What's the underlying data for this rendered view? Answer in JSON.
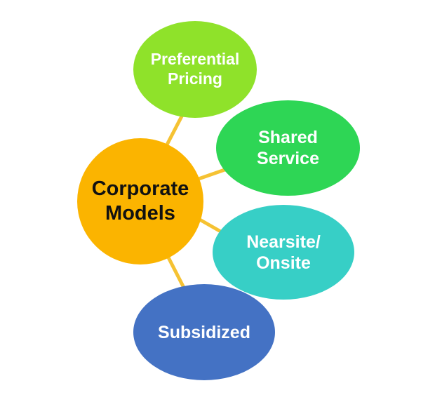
{
  "diagram": {
    "center": {
      "label": "Corporate\nModels",
      "color": "#FBB400"
    },
    "branches": [
      {
        "id": "pricing",
        "label": "Preferential\nPricing",
        "color": "#8FE22A"
      },
      {
        "id": "shared",
        "label": "Shared\nService",
        "color": "#2ED655"
      },
      {
        "id": "nearsite",
        "label": "Nearsite/\nOnsite",
        "color": "#37CFC6"
      },
      {
        "id": "subsidized",
        "label": "Subsidized",
        "color": "#4472C4"
      }
    ],
    "connector_color": "#F5C233"
  }
}
